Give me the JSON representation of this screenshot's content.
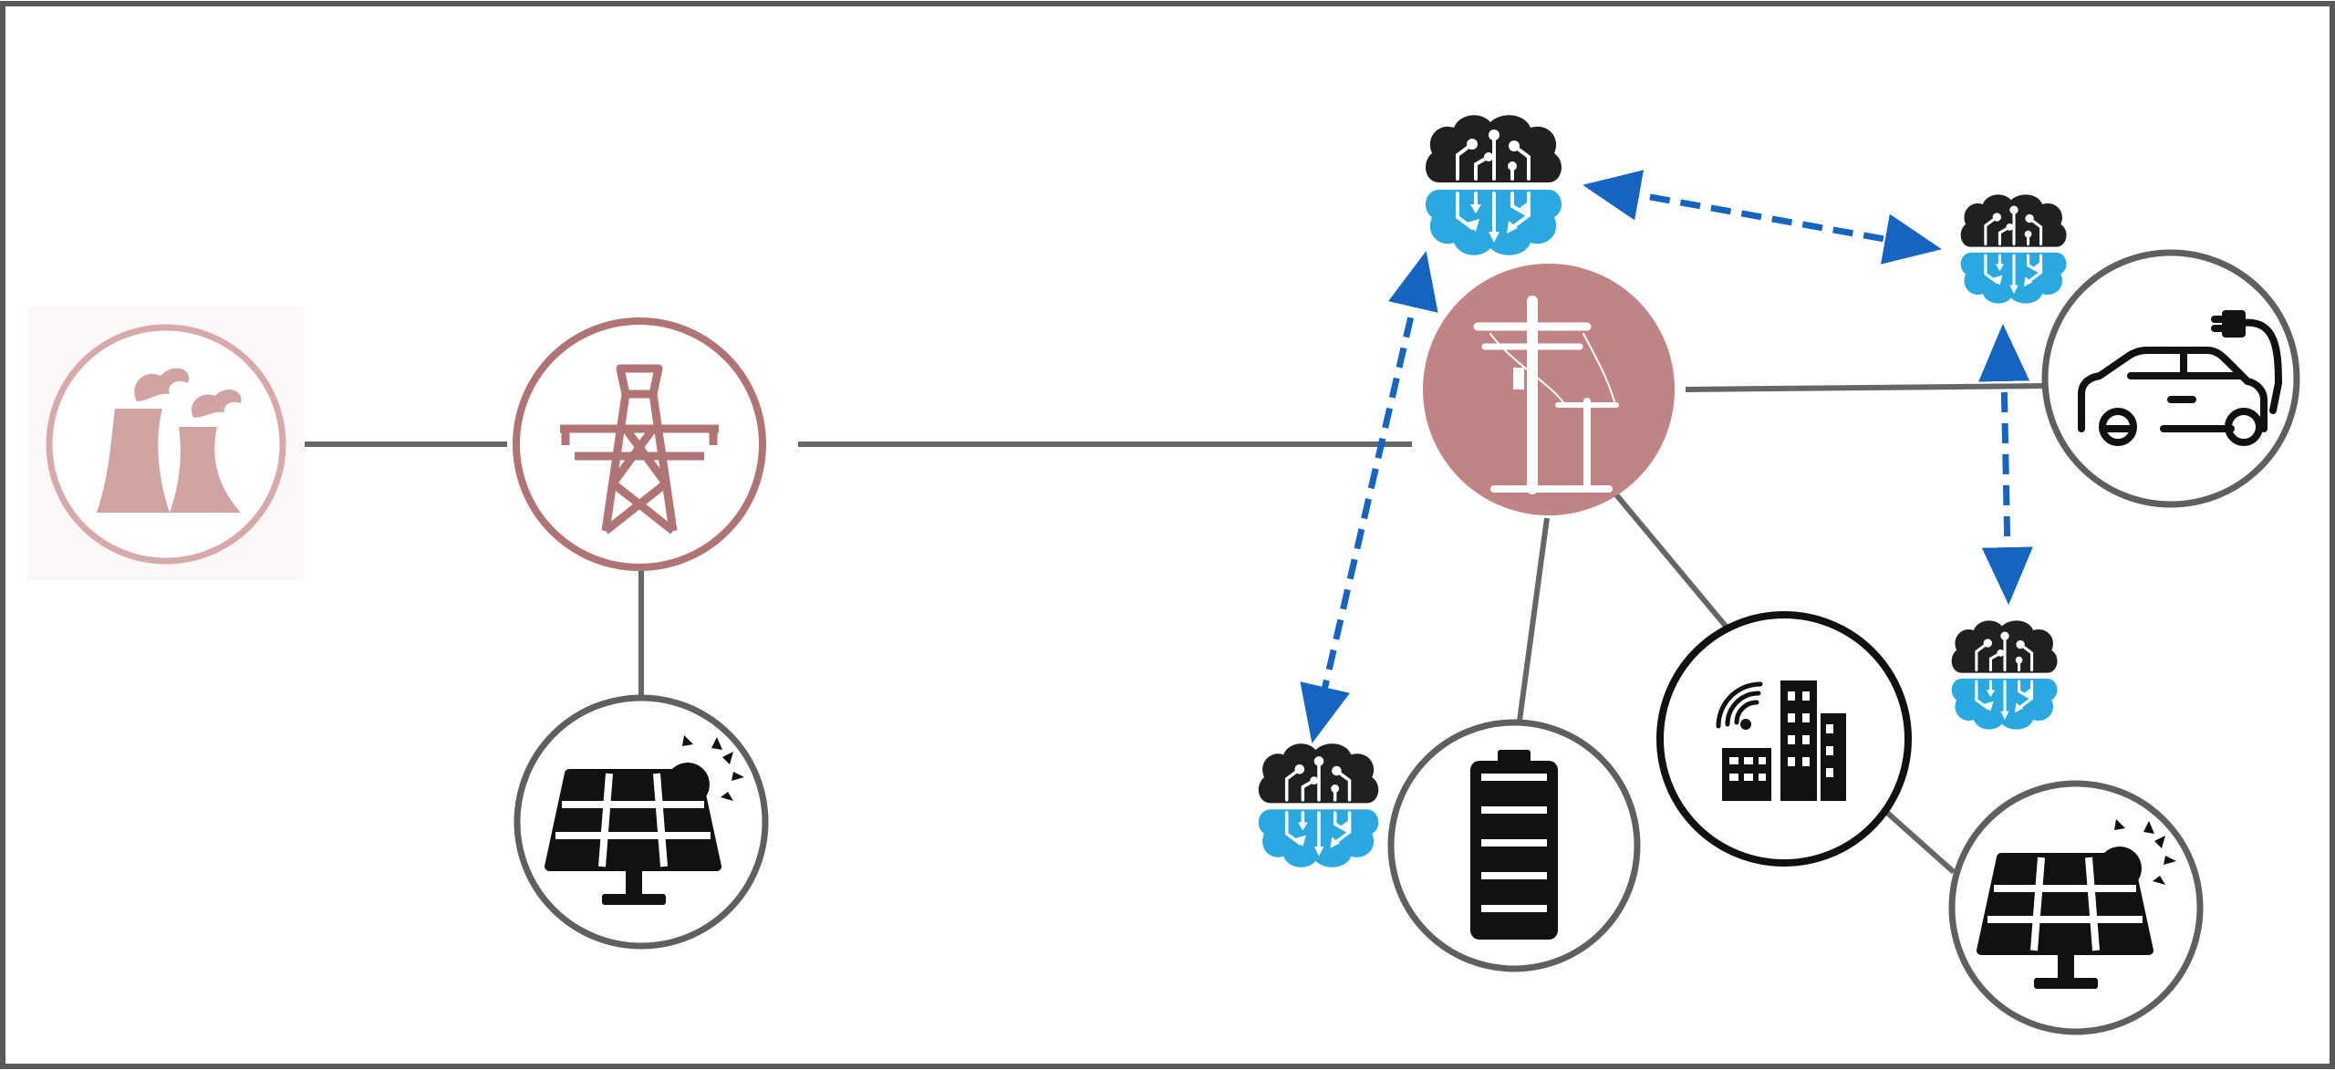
{
  "diagram": {
    "colors": {
      "frame": "#595959",
      "line": "#666666",
      "ring": "#5f5f5f",
      "dark_ring": "#111111",
      "utility": "#c08484",
      "utility_ring": "#b07474",
      "plant": "#d2a3a3",
      "plant_ring": "#d7a9a9",
      "icon": "#111111",
      "brain_dark": "#202020",
      "brain_light": "#2aa8e0",
      "arrow": "#1565c0"
    },
    "nodes": [
      {
        "id": "power-plant",
        "icon": "cooling-tower-icon"
      },
      {
        "id": "transmission",
        "icon": "transmission-tower-icon"
      },
      {
        "id": "solar-plant",
        "icon": "solar-panel-icon"
      },
      {
        "id": "distribution",
        "icon": "utility-pole-icon"
      },
      {
        "id": "battery",
        "icon": "battery-icon"
      },
      {
        "id": "building",
        "icon": "smart-building-icon"
      },
      {
        "id": "ev",
        "icon": "electric-car-icon"
      },
      {
        "id": "rooftop-solar",
        "icon": "solar-panel-icon"
      }
    ],
    "agents": [
      {
        "id": "agent-distribution",
        "icon": "ai-brain-icon"
      },
      {
        "id": "agent-ev",
        "icon": "ai-brain-icon"
      },
      {
        "id": "agent-battery",
        "icon": "ai-brain-icon"
      },
      {
        "id": "agent-building",
        "icon": "ai-brain-icon"
      }
    ],
    "links": [
      [
        "power-plant",
        "transmission"
      ],
      [
        "transmission",
        "distribution"
      ],
      [
        "transmission",
        "solar-plant"
      ],
      [
        "distribution",
        "ev"
      ],
      [
        "distribution",
        "battery"
      ],
      [
        "distribution",
        "building"
      ],
      [
        "building",
        "rooftop-solar"
      ]
    ],
    "agent_links": [
      [
        "agent-distribution",
        "agent-ev"
      ],
      [
        "agent-distribution",
        "agent-battery"
      ],
      [
        "agent-ev",
        "agent-building"
      ]
    ]
  }
}
